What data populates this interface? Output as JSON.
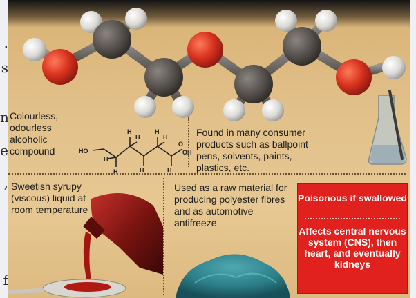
{
  "article_edge": {
    "chars": [
      ".",
      "s",
      "n",
      "e",
      ",",
      "f"
    ]
  },
  "cards": {
    "appearance": "Colourless, odourless alcoholic compound",
    "consumer_uses": "Found in many consumer products such as ballpoint pens, solvents, paints, plastics, etc.",
    "texture": "Sweetish syrupy (viscous) liquid at room temperature",
    "industrial_uses": "Used as a raw material for producing polyester fibres and as automotive antifreeze"
  },
  "warning": {
    "title": "Poisonous if swallowed",
    "body": "Affects central nervous system (CNS), then heart, and eventually kidneys"
  },
  "structure_labels": {
    "h": "H",
    "ho": "HO",
    "o": "O",
    "oh": "OH"
  },
  "colors": {
    "warning_red": "#e0211d",
    "oxygen_red": "#d8321e",
    "carbon_grey": "#5a5550",
    "hydrogen_white": "#e8e6e2",
    "parchment": "#e2c18b"
  }
}
